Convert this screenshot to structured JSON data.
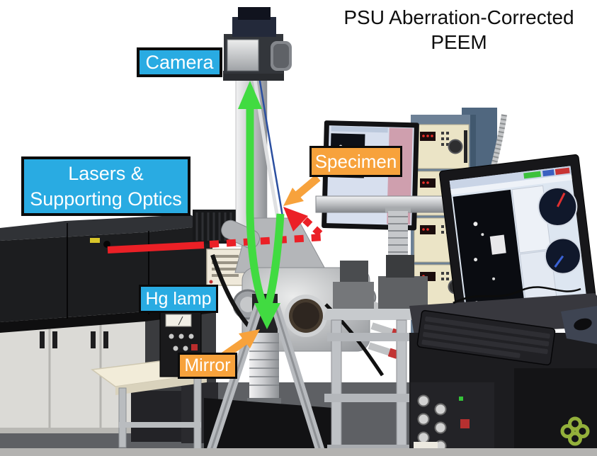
{
  "figure": {
    "title_line1": "PSU Aberration-Corrected",
    "title_line2": "PEEM"
  },
  "callouts": {
    "camera": "Camera",
    "lasers_line1": "Lasers &",
    "lasers_line2": "Supporting Optics",
    "specimen": "Specimen",
    "hg_lamp": "Hg lamp",
    "mirror": "Mirror"
  },
  "colors": {
    "callout_blue": "#29ABE2",
    "callout_orange": "#F7A23C",
    "beam_green": "#41DB41",
    "beam_red": "#EB2026",
    "logo_green": "#93B03B"
  },
  "logo": {
    "icon": "green-knot-logo"
  }
}
